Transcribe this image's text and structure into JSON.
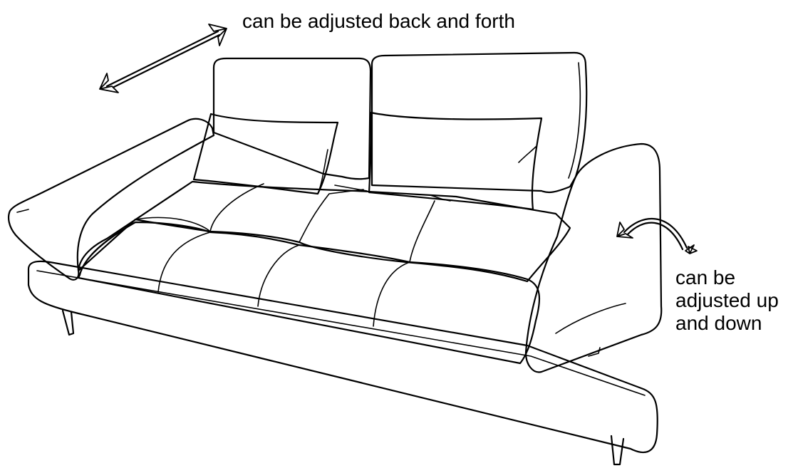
{
  "annotations": {
    "backrest_label": "can be adjusted back and forth",
    "armrest_label_lines": [
      "can be",
      "adjusted up",
      "and down"
    ]
  },
  "icons": [
    "double-arrow-diagonal-icon",
    "curved-double-arrow-icon"
  ],
  "colors": {
    "line": "#000000",
    "background": "#ffffff"
  }
}
